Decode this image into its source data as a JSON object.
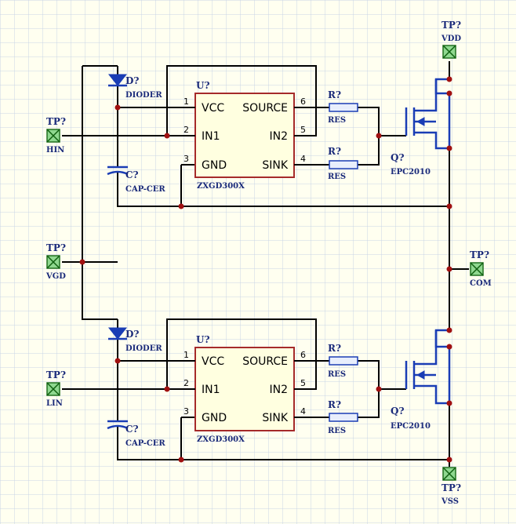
{
  "colors": {
    "background": "#fffff0",
    "grid": "#c8d4e6",
    "wire": "#000000",
    "component": "#1a3db5",
    "ic_body": "#a52a2a",
    "junction": "#a01010",
    "test_point": "#8fd88f"
  },
  "test_points": {
    "vdd": {
      "designator": "TP?",
      "net": "VDD"
    },
    "hin": {
      "designator": "TP?",
      "net": "HIN"
    },
    "vgd": {
      "designator": "TP?",
      "net": "VGD"
    },
    "com": {
      "designator": "TP?",
      "net": "COM"
    },
    "lin": {
      "designator": "TP?",
      "net": "LIN"
    },
    "vss": {
      "designator": "TP?",
      "net": "VSS"
    }
  },
  "high_side": {
    "driver": {
      "designator": "U?",
      "part": "ZXGD300X",
      "pins": {
        "vcc": "VCC",
        "in1": "IN1",
        "gnd": "GND",
        "source": "SOURCE",
        "in2": "IN2",
        "sink": "SINK"
      },
      "pin_numbers": {
        "vcc": "1",
        "in1": "2",
        "gnd": "3",
        "sink": "4",
        "in2": "5",
        "source": "6"
      }
    },
    "diode": {
      "designator": "D?",
      "value": "DIODER"
    },
    "capacitor": {
      "designator": "C?",
      "value": "CAP-CER"
    },
    "resistor_source": {
      "designator": "R?",
      "value": "RES"
    },
    "resistor_sink": {
      "designator": "R?",
      "value": "RES"
    },
    "transistor": {
      "designator": "Q?",
      "value": "EPC2010"
    }
  },
  "low_side": {
    "driver": {
      "designator": "U?",
      "part": "ZXGD300X",
      "pins": {
        "vcc": "VCC",
        "in1": "IN1",
        "gnd": "GND",
        "source": "SOURCE",
        "in2": "IN2",
        "sink": "SINK"
      },
      "pin_numbers": {
        "vcc": "1",
        "in1": "2",
        "gnd": "3",
        "sink": "4",
        "in2": "5",
        "source": "6"
      }
    },
    "diode": {
      "designator": "D?",
      "value": "DIODER"
    },
    "capacitor": {
      "designator": "C?",
      "value": "CAP-CER"
    },
    "resistor_source": {
      "designator": "R?",
      "value": "RES"
    },
    "resistor_sink": {
      "designator": "R?",
      "value": "RES"
    },
    "transistor": {
      "designator": "Q?",
      "value": "EPC2010"
    }
  }
}
